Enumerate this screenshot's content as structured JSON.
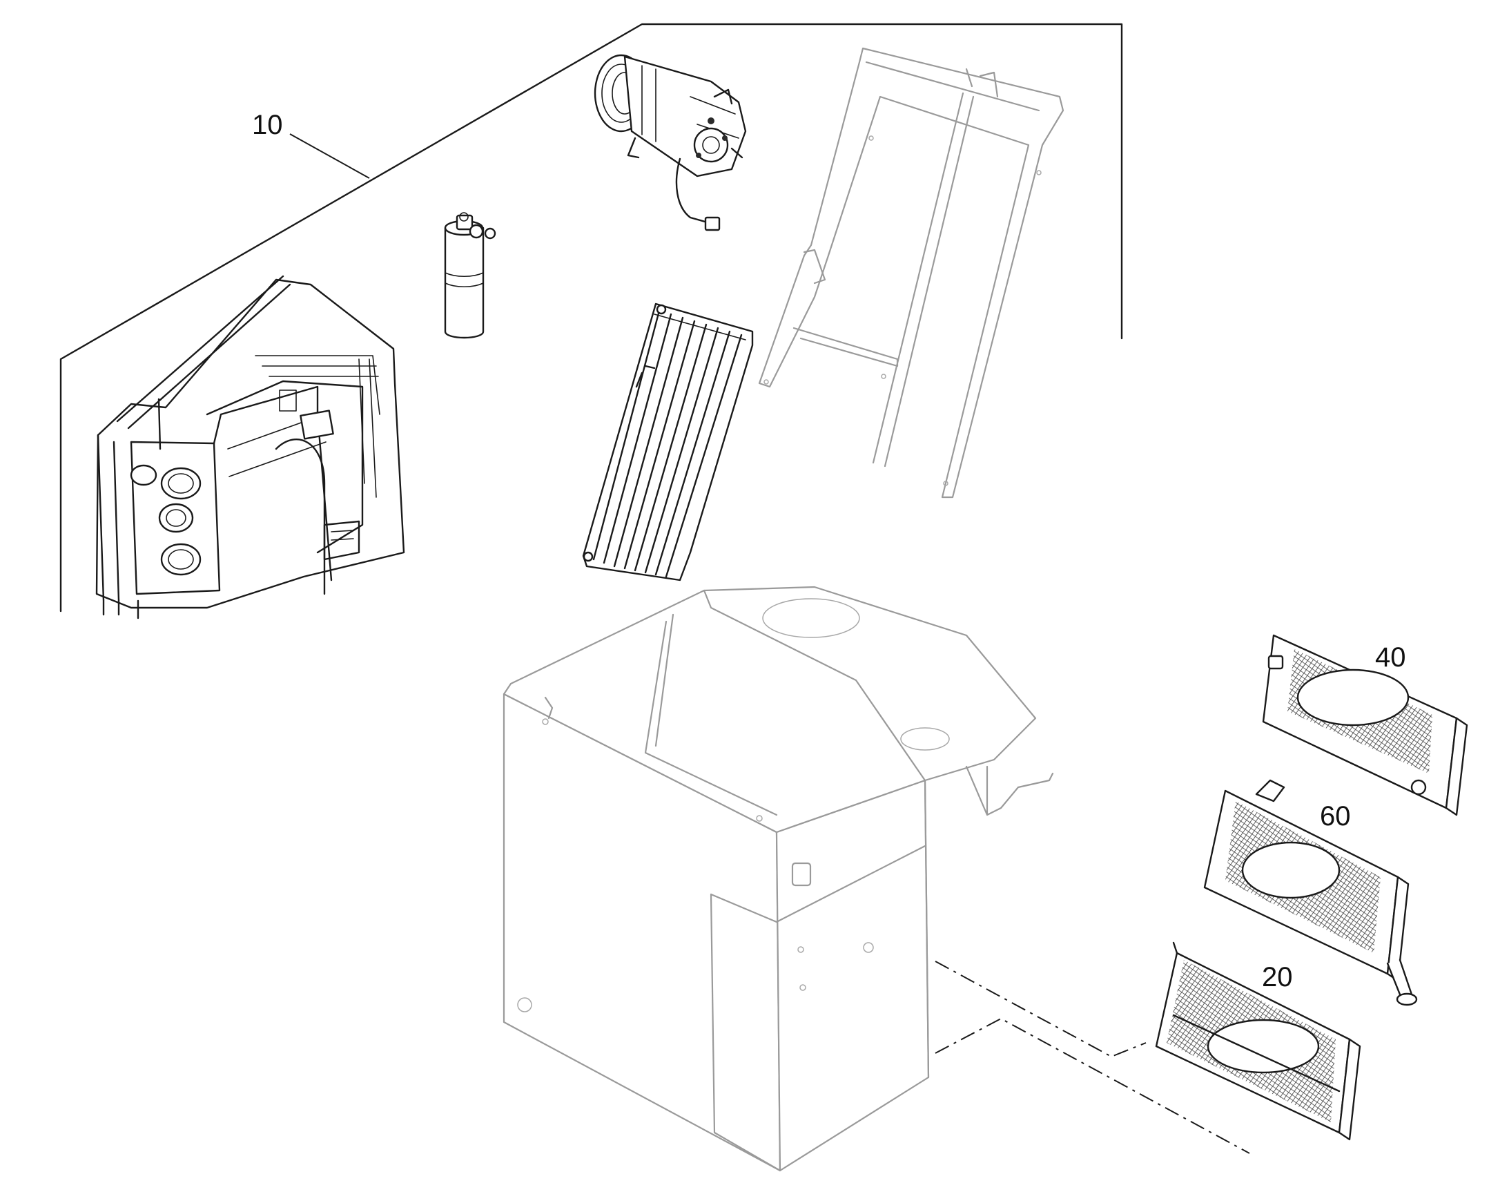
{
  "diagram": {
    "callouts": [
      {
        "id": "10",
        "label": "10"
      },
      {
        "id": "40",
        "label": "40"
      },
      {
        "id": "60",
        "label": "60"
      },
      {
        "id": "20",
        "label": "20"
      }
    ],
    "colors": {
      "ink": "#1a1a1a",
      "housing": "#9a9a9a",
      "background": "#ffffff"
    }
  }
}
